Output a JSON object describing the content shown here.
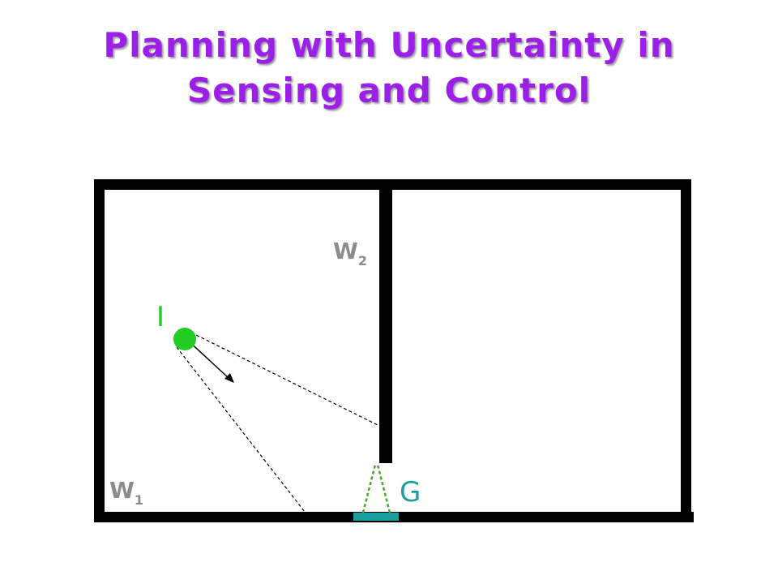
{
  "title": {
    "line1": "Planning with Uncertainty in",
    "line2": "Sensing and Control",
    "color": "#9b1fe8"
  },
  "labels": {
    "w2_main": "W",
    "w2_sub": "2",
    "w1_main": "W",
    "w1_sub": "1",
    "initial": "I",
    "goal": "G"
  },
  "colors": {
    "wall": "#000000",
    "wall_label": "#8c8c8c",
    "initial": "#22cc22",
    "goal": "#1a9e9e",
    "goal_cone": "#44aa22"
  }
}
